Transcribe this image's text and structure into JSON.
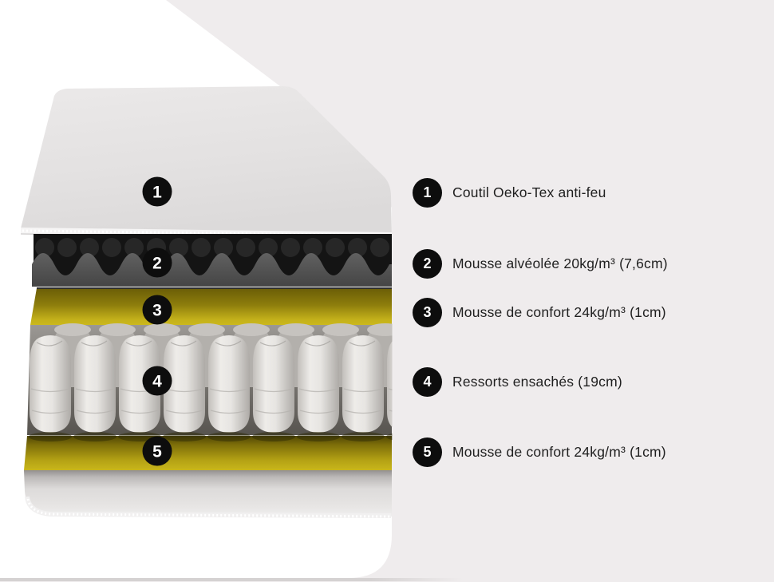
{
  "page": {
    "background_color": "#efeced",
    "panel_color": "#ffffff"
  },
  "diagram": {
    "subject": "mattress-layers-cross-section",
    "marker_style_color": "#0d0d0d"
  },
  "legend": {
    "items": [
      {
        "number": "1",
        "label": "Coutil Oeko-Tex anti-feu"
      },
      {
        "number": "2",
        "label": "Mousse alvéolée 20kg/m³ (7,6cm)"
      },
      {
        "number": "3",
        "label": "Mousse de confort 24kg/m³ (1cm)"
      },
      {
        "number": "4",
        "label": "Ressorts ensachés (19cm)"
      },
      {
        "number": "5",
        "label": "Mousse de confort 24kg/m³ (1cm)"
      }
    ]
  },
  "colors": {
    "accent_yellow": "#c9b61b",
    "foam_gray": "#4a4a4a",
    "spring_fabric": "#e9e7e4",
    "badge_black": "#0d0d0d",
    "text": "#1f1f1f"
  }
}
